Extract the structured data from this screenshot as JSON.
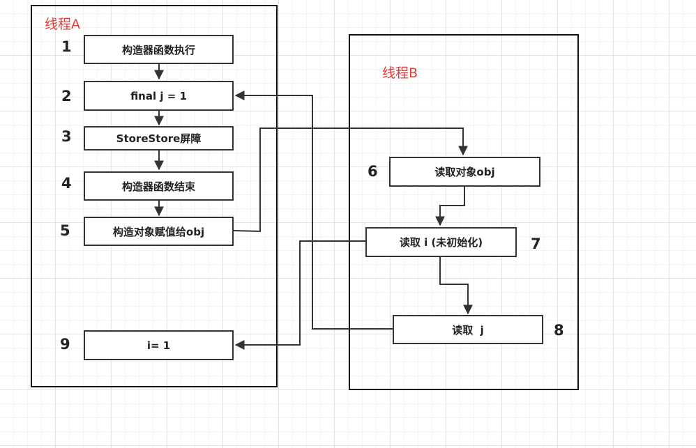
{
  "threadA": {
    "title": "线程A",
    "steps": [
      {
        "num": "1",
        "label": "构造器函数执行"
      },
      {
        "num": "2",
        "label": "final j = 1"
      },
      {
        "num": "3",
        "label": "StoreStore屏障"
      },
      {
        "num": "4",
        "label": "构造器函数结束"
      },
      {
        "num": "5",
        "label": "构造对象赋值给obj"
      },
      {
        "num": "9",
        "label": "i= 1"
      }
    ]
  },
  "threadB": {
    "title": "线程B",
    "steps": [
      {
        "num": "6",
        "label": "读取对象obj"
      },
      {
        "num": "7",
        "label": "读取 i (未初始化)"
      },
      {
        "num": "8",
        "label": "读取  j"
      }
    ]
  },
  "colors": {
    "title": "#e53935",
    "line": "#333333"
  }
}
